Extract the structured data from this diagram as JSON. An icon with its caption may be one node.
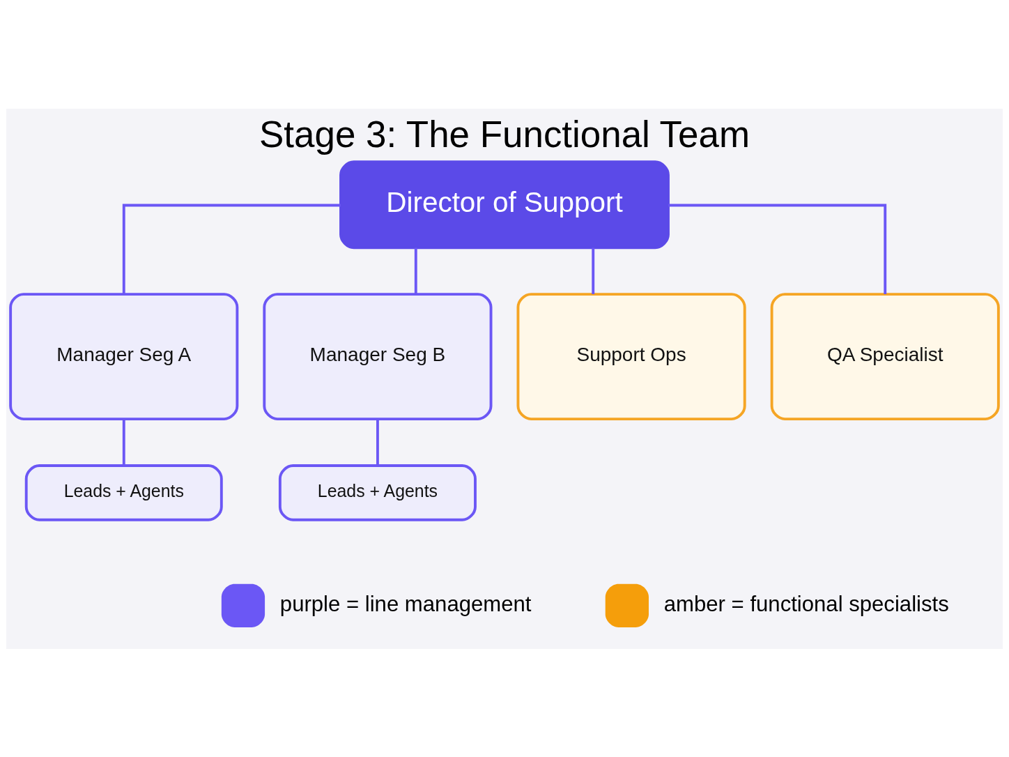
{
  "diagram": {
    "title": "Stage 3: The Functional Team",
    "nodes": [
      {
        "text": [
          "Director of Support"
        ]
      },
      {
        "text": [
          "Manager Seg A"
        ]
      },
      {
        "text": [
          "Manager Seg B"
        ]
      },
      {
        "text": [
          "Support Ops"
        ]
      },
      {
        "text": [
          "QA Specialist"
        ]
      },
      {
        "text": [
          "Leads + Agents"
        ]
      },
      {
        "text": [
          "Leads + Agents"
        ]
      }
    ],
    "edges": [
      {
        "from": 0,
        "to": 1,
        "arrow": "none"
      },
      {
        "from": 0,
        "to": 2,
        "arrow": "none"
      },
      {
        "from": 0,
        "to": 3,
        "arrow": "none"
      },
      {
        "from": 0,
        "to": 4,
        "arrow": "none"
      },
      {
        "from": 1,
        "to": 5,
        "arrow": "none"
      },
      {
        "from": 2,
        "to": 6,
        "arrow": "none"
      }
    ],
    "legend": [
      {
        "text": "purple = line management",
        "color": "#6b57f5"
      },
      {
        "text": "amber = functional specialists",
        "color": "#f59e0b"
      }
    ]
  }
}
